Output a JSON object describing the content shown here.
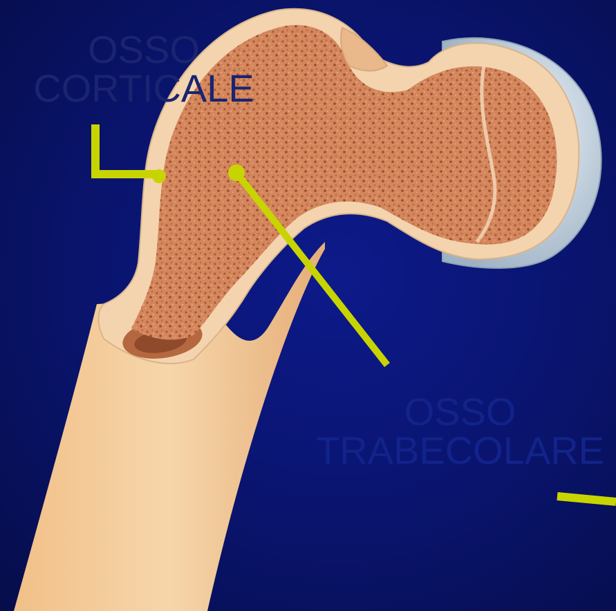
{
  "labels": {
    "cortical": {
      "line1": "OSSO",
      "line2": "CORTICALE"
    },
    "trabecular": {
      "line1": "OSSO",
      "line2": "TRABECOLARE"
    }
  },
  "colors": {
    "background": "#0a1572",
    "pointer": "#c8d400",
    "bone_cortex": "#f2d2a8",
    "bone_cancellous": "#d48a5e",
    "cartilage": "#c9d6e2"
  }
}
